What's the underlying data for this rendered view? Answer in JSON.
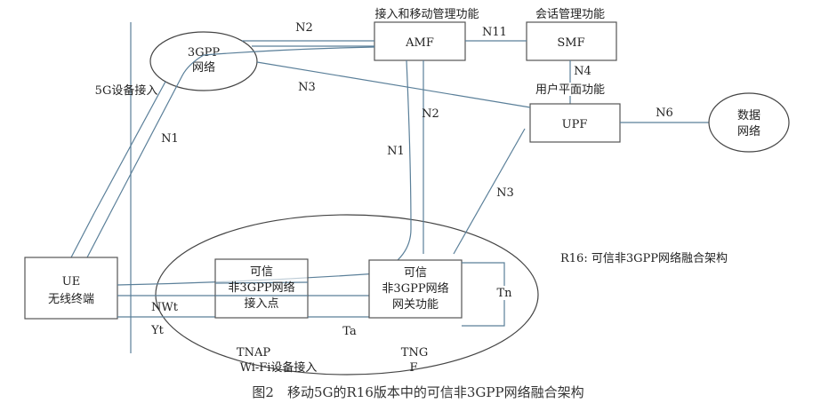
{
  "nodes": {
    "amf": {
      "label": "AMF",
      "caption": "接入和移动管理功能"
    },
    "smf": {
      "label": "SMF",
      "caption": "会话管理功能"
    },
    "upf": {
      "label": "UPF",
      "caption": "用户平面功能"
    },
    "gpp_network": {
      "line1": "3GPP",
      "line2": "网络"
    },
    "data_network": {
      "line1": "数据",
      "line2": "网络"
    },
    "ue": {
      "line1": "UE",
      "line2": "无线终端"
    },
    "tnap": {
      "line1": "可信",
      "line2": "非3GPP网络",
      "line3": "接入点",
      "abbr": "TNAP",
      "desc": "Wi-Fi设备接入"
    },
    "tngf": {
      "line1": "可信",
      "line2": "非3GPP网络",
      "line3": "网关功能",
      "abbr1": "TNG",
      "abbr2": "F"
    }
  },
  "interfaces": {
    "n2_top": "N2",
    "n11": "N11",
    "n4": "N4",
    "n3_top": "N3",
    "n6": "N6",
    "n1_left": "N1",
    "n1_mid": "N1",
    "n2_mid": "N2",
    "n3_right": "N3",
    "nwt": "NWt",
    "yt": "Yt",
    "ta": "Ta",
    "tn": "Tn"
  },
  "labels": {
    "access_5g": "5G设备接入",
    "r16_title": "R16: 可信非3GPP网络融合架构"
  },
  "caption": "图2　移动5G的R16版本中的可信非3GPP网络融合架构"
}
